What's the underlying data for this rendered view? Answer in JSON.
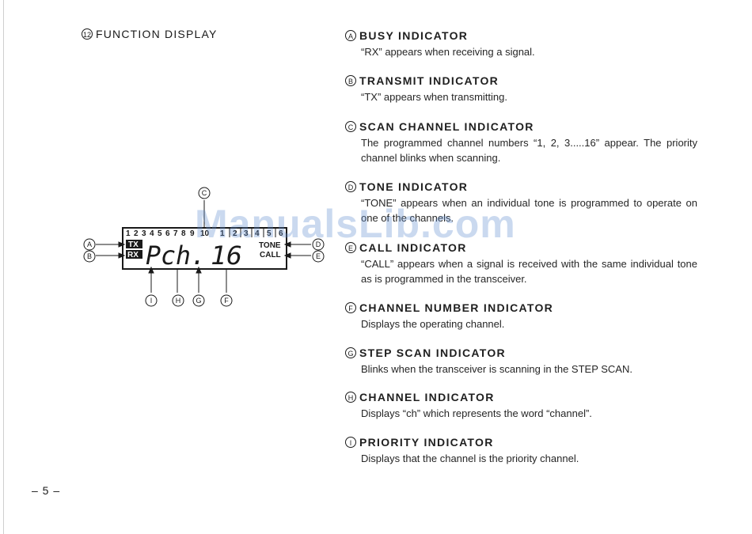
{
  "section": {
    "number": "12",
    "title": "FUNCTION DISPLAY"
  },
  "lcd": {
    "channel_numbers": [
      "1",
      "2",
      "3",
      "4",
      "5",
      "6",
      "7",
      "8",
      "9",
      "10",
      "1",
      "2",
      "3",
      "4",
      "5",
      "6"
    ],
    "tx_label": "TX",
    "rx_label": "RX",
    "tone_label": "TONE",
    "call_label": "CALL",
    "main_readout": "Pch.",
    "channel_readout": "16"
  },
  "callouts": {
    "a": "A",
    "b": "B",
    "c": "C",
    "d": "D",
    "e": "E",
    "f": "F",
    "g": "G",
    "h": "H",
    "i": "I"
  },
  "items": [
    {
      "letter": "A",
      "title": "BUSY INDICATOR",
      "description": "“RX” appears when receiving a signal."
    },
    {
      "letter": "B",
      "title": "TRANSMIT INDICATOR",
      "description": "“TX” appears when transmitting."
    },
    {
      "letter": "C",
      "title": "SCAN CHANNEL INDICATOR",
      "description": "The programmed channel numbers “1, 2, 3.....16” appear.  The priority channel blinks when scanning."
    },
    {
      "letter": "D",
      "title": "TONE INDICATOR",
      "description": "“TONE” appears when an individual tone is programmed to operate on one of the channels."
    },
    {
      "letter": "E",
      "title": "CALL INDICATOR",
      "description": "“CALL” appears when a signal is received with the same individual tone as is programmed in the transceiver."
    },
    {
      "letter": "F",
      "title": "CHANNEL NUMBER INDICATOR",
      "description": "Displays the operating channel."
    },
    {
      "letter": "G",
      "title": "STEP SCAN INDICATOR",
      "description": "Blinks when the transceiver is scanning in the STEP SCAN."
    },
    {
      "letter": "H",
      "title": "CHANNEL INDICATOR",
      "description": "Displays “ch” which represents the word “channel”."
    },
    {
      "letter": "I",
      "title": "PRIORITY INDICATOR",
      "description": "Displays that the channel is the priority channel."
    }
  ],
  "page_number": "– 5 –",
  "watermark": "ManualsLib.com"
}
